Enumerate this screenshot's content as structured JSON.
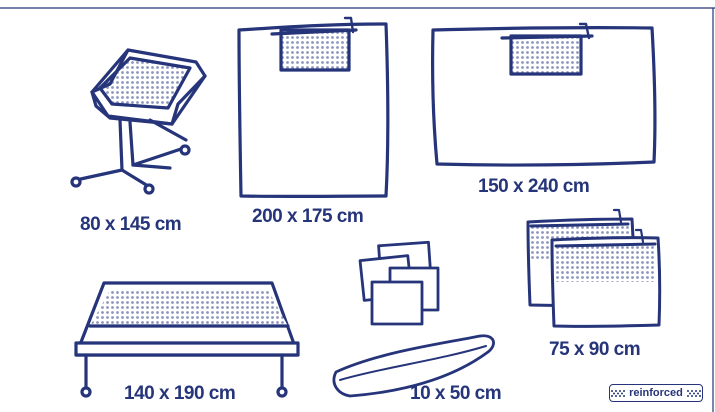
{
  "colors": {
    "ink": "#26347a",
    "background": "#ffffff",
    "dots": "#8d96bd"
  },
  "items": [
    {
      "id": "baby-cot-drape",
      "label": "80 x 145 cm",
      "icon": "baby-cot-icon"
    },
    {
      "id": "square-drape",
      "label": "200 x 175 cm",
      "icon": "square-drape-icon"
    },
    {
      "id": "wide-drape",
      "label": "150 x 240 cm",
      "icon": "wide-drape-icon"
    },
    {
      "id": "table-cover",
      "label": "140 x 190 cm",
      "icon": "table-cover-icon"
    },
    {
      "id": "towels",
      "label": "10 x 50 cm",
      "icon": "towels-icon"
    },
    {
      "id": "pouch-drapes",
      "label": "75 x 90 cm",
      "icon": "pouch-drapes-icon"
    }
  ],
  "badge": {
    "label": "reinforced",
    "icon": "dot-pattern-icon"
  }
}
